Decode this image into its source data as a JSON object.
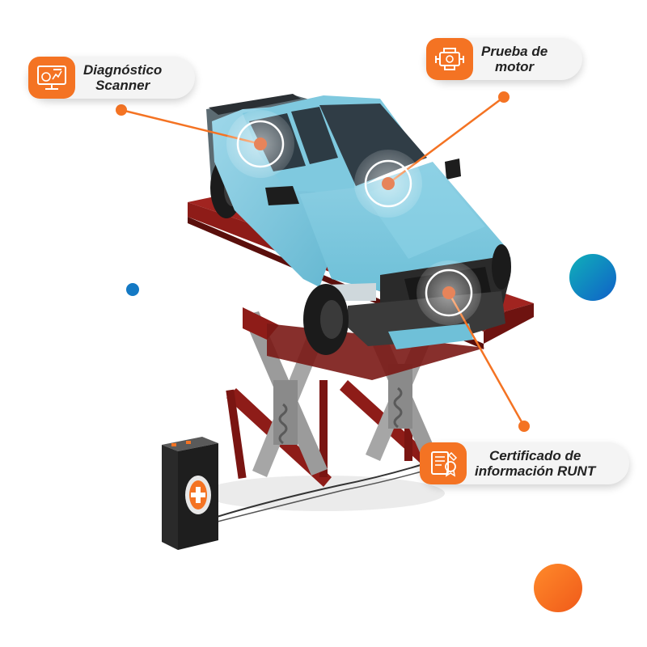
{
  "callouts": {
    "scanner": {
      "line1": "Diagnóstico",
      "line2": "Scanner",
      "icon": "monitor-diagnostics-icon"
    },
    "motor": {
      "line1": "Prueba de",
      "line2": "motor",
      "icon": "engine-icon"
    },
    "runt": {
      "line1": "Certificado de",
      "line2": "información RUNT",
      "icon": "certificate-document-icon"
    }
  },
  "colors": {
    "accent": "#f47323",
    "truck_body": "#7cc7dd",
    "lift_frame": "#8e1c18",
    "teal_dot": "#0d8fb8"
  }
}
